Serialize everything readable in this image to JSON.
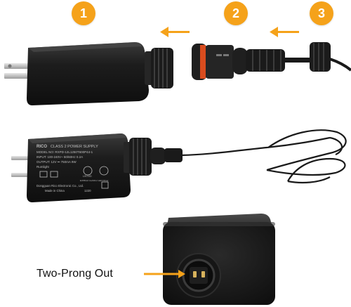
{
  "steps": {
    "step1": "1",
    "step2": "2",
    "step3": "3"
  },
  "label_text": {
    "brand": "RICO",
    "title": "CLASS 2 POWER SUPPLY",
    "model": "MODEL NO: RXPD-12L1250T600P44-1",
    "input": "INPUT: 100-240V~ 50/60Hz 0.2A",
    "output": "OUTPUT: 12V ⎓ 750mA 9W",
    "sku": "Rumlight",
    "manufacturer": "Dongguan Rico Electronic Co., Ltd.",
    "origin": "Made in China",
    "date": "1220",
    "cert": "LISTED",
    "cert_sub": "E478112 CLASS 2 LED Driver"
  },
  "callout": {
    "text": "Two-Prong Out"
  },
  "colors": {
    "accent": "#f5a21a",
    "adapter_body": "#1e1e1e",
    "connector_ring": "#d94c1e",
    "prong": "#c8c8c8"
  }
}
